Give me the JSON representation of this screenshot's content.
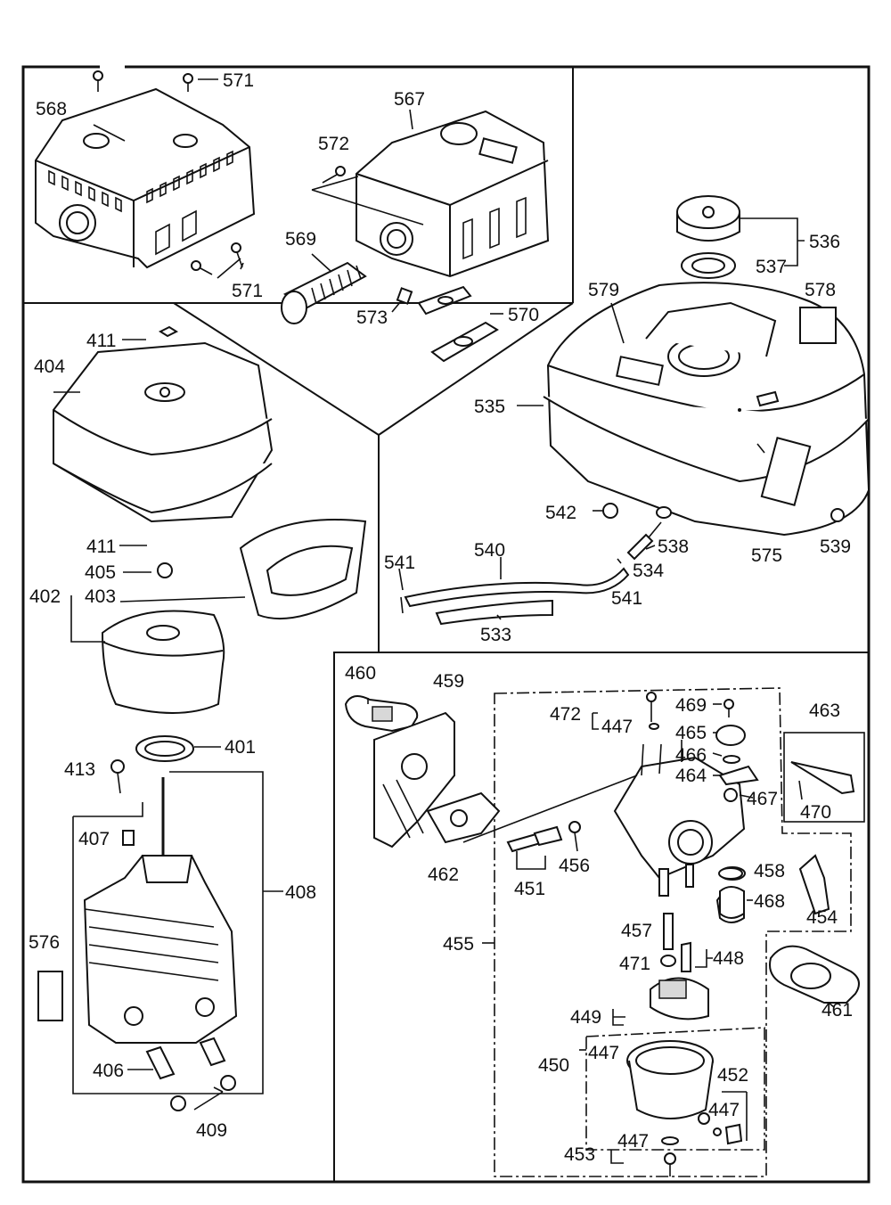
{
  "labels": {
    "p568": "568",
    "p571a": "571",
    "p571b": "571",
    "p567": "567",
    "p572": "572",
    "p569": "569",
    "p573": "573",
    "p570": "570",
    "p536": "536",
    "p537": "537",
    "p579": "579",
    "p578": "578",
    "p535": "535",
    "p542": "542",
    "p538": "538",
    "p539": "539",
    "p540": "540",
    "p541a": "541",
    "p541b": "541",
    "p534": "534",
    "p575": "575",
    "p533": "533",
    "p411a": "411",
    "p404": "404",
    "p411b": "411",
    "p405": "405",
    "p402": "402",
    "p403": "403",
    "p401": "401",
    "p413": "413",
    "p407": "407",
    "p408": "408",
    "p576": "576",
    "p406": "406",
    "p409": "409",
    "p460": "460",
    "p459": "459",
    "p472": "472",
    "p447a": "447",
    "p469": "469",
    "p465": "465",
    "p463": "463",
    "p466": "466",
    "p464": "464",
    "p467": "467",
    "p470": "470",
    "p462": "462",
    "p451": "451",
    "p456": "456",
    "p458": "458",
    "p468": "468",
    "p454": "454",
    "p457": "457",
    "p455": "455",
    "p471": "471",
    "p448": "448",
    "p461": "461",
    "p449": "449",
    "p450": "450",
    "p447b": "447",
    "p452": "452",
    "p447c": "447",
    "p453": "453",
    "p447d": "447"
  },
  "colors": {
    "ink": "#111111",
    "paper": "#ffffff",
    "shade": "#d8d8d8"
  }
}
